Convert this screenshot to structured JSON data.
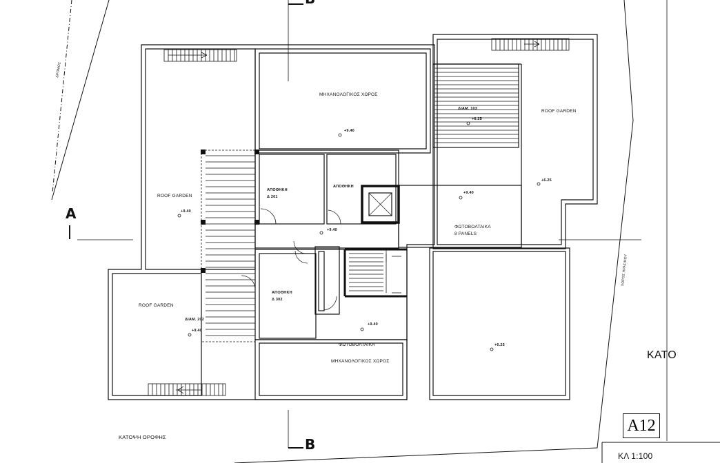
{
  "drawing": {
    "sheet_number": "A12",
    "scale": "ΚΛ  1:100",
    "plan_title": "ΚΑΤΟΨΗ ΟΡΟΦΗΣ",
    "partial_heading": "ΚΑΤΟ",
    "section_a": "A",
    "section_b": "B",
    "street_left": "ΔΡΟΜΟΣ",
    "street_right": "ΧΩΡΟΣ  ΠΡΑΣΙΝΟΥ"
  },
  "rooms": {
    "roof_garden_nw": "ROOF GARDEN",
    "roof_garden_sw": "ROOF GARDEN",
    "roof_garden_ne": "ROOF GARDEN",
    "mech_top": "ΜΗΧΑΝΟΛΟΓΙΚΟΣ ΧΩΡΟΣ",
    "mech_bottom": "ΜΗΧΑΝΟΛΟΓΙΚΟΣ ΧΩΡΟΣ",
    "pv_right": "ΦΩΤΟΒΟΛΤΑΙΚΑ",
    "pv_right_panels": "8 PANELS",
    "pv_bottom": "ΦΩΤΟΒΟΛΤΑΙΚΑ",
    "storage_1": "ΑΠΟΘΗΚΗ",
    "storage_1_no": "Δ 201",
    "storage_2": "ΑΠΟΘΗΚΗ",
    "storage_3": "ΑΠΟΘΗΚΗ",
    "storage_3_no": "Δ 302",
    "apt_103": "ΔΙΑΜ. 103",
    "apt_202": "ΔΙΑΜ. 202"
  },
  "levels": {
    "mech_top": "+9.40",
    "nw_garden": "+9.40",
    "sw_garden": "+9.40",
    "center": "+9.40",
    "pv_right": "+9.40",
    "pv_bottom": "+9.40",
    "ne_stair": "+6.25",
    "ne_garden": "+6.25",
    "se_area": "+6.25"
  }
}
